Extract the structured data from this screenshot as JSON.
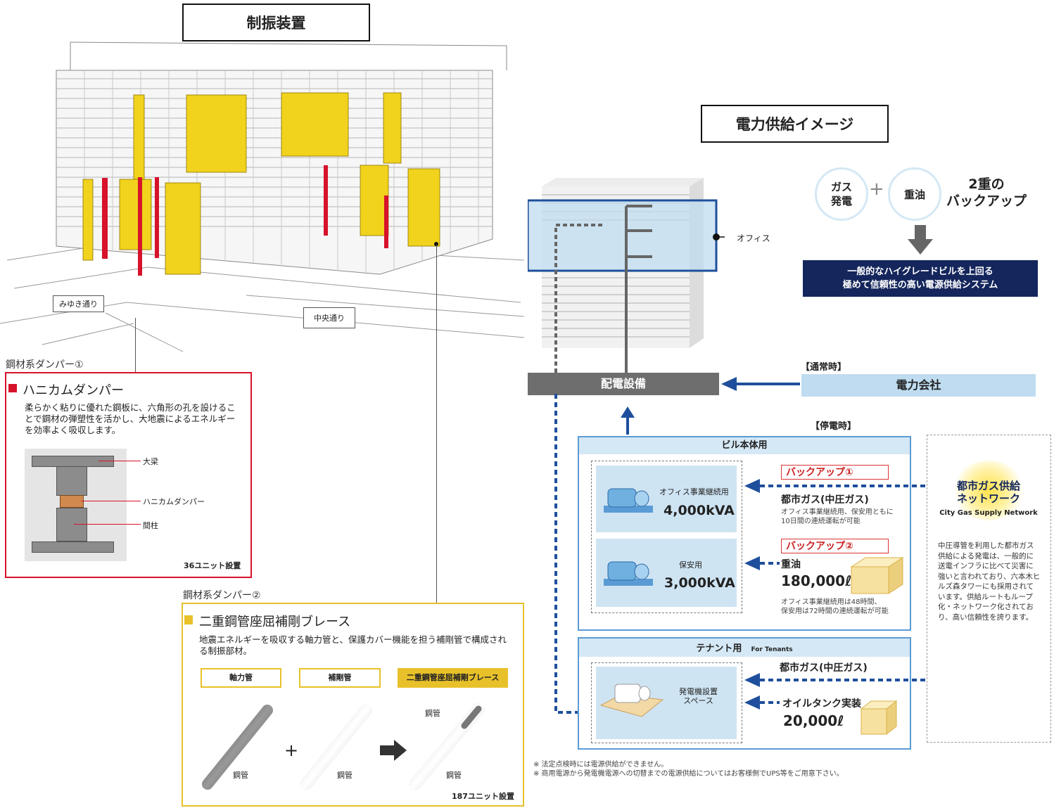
{
  "left": {
    "title": "制振装置",
    "street_1": "みゆき通り",
    "street_2": "中央通り",
    "damper1": {
      "caption": "鋼材系ダンパー①",
      "name": "ハニカムダンパー",
      "description": "柔らかく粘りに優れた鋼板に、六角形の孔を設けることで鋼材の弾塑性を活かし、大地震によるエネルギーを効率よく吸収します。",
      "label_beam": "大梁",
      "label_damper": "ハニカムダンパー",
      "label_column": "間柱",
      "units": "36ユニット設置"
    },
    "damper2": {
      "caption": "鋼材系ダンパー②",
      "name": "二重鋼管座屈補剛ブレース",
      "description": "地震エネルギーを吸収する軸力管と、保護カバー機能を担う補剛管で構成される制振部材。",
      "btn_axial": "軸力管",
      "btn_stiff": "補剛管",
      "btn_brace": "二重鋼管座屈補剛ブレース",
      "pipe_label_1": "鋼管",
      "pipe_label_2": "鋼管",
      "pipe_label_3a": "鋼管",
      "pipe_label_3b": "鋼管",
      "plus": "+",
      "units": "187ユニット設置"
    },
    "colors": {
      "red": "#d7122a",
      "yellow": "#e8c12a"
    }
  },
  "right": {
    "title": "電力供給イメージ",
    "office_label": "オフィス",
    "circle_gas": "ガス\n発電",
    "circle_oil": "重油",
    "plus": "+",
    "double_backup": "2重の\nバックアップ",
    "banner": "一般的なハイグレードビルを上回る\n極めて信頼性の高い電源供給システム",
    "normal_label": "【通常時】",
    "distribution": "配電設備",
    "power_company": "電力会社",
    "outage_label": "【停電時】",
    "building_use": "ビル本体用",
    "gen1_label": "オフィス事業継続用",
    "gen1_kva": "4,000kVA",
    "backup1": "バックアップ①",
    "gas_title": "都市ガス(中圧ガス)",
    "gas_note": "オフィス事業継続用、保安用ともに\n10日間の連続運転が可能",
    "gen2_label": "保安用",
    "gen2_kva": "3,000kVA",
    "backup2": "バックアップ②",
    "oil_title": "重油",
    "oil_amount": "180,000ℓ",
    "oil_note": "オフィス事業継続用は48時間、\n保安用は72時間の連続運転が可能",
    "tenant_title": "テナント用",
    "tenant_sub": "For Tenants",
    "tenant_gas": "都市ガス(中圧ガス)",
    "tenant_space": "発電機設置\nスペース",
    "tank_title": "オイルタンク実装",
    "tank_amount": "20,000ℓ",
    "city_gas_title": "都市ガス供給\nネットワーク",
    "city_gas_en": "City Gas Supply Network",
    "city_gas_desc": "中圧導管を利用した都市ガス供給による発電は、一般的に送電インフラに比べて災害に強いと言われており、六本木ヒルズ森タワーにも採用されています。供給ルートもループ化・ネットワーク化されており、高い信頼性を誇ります。",
    "footnote_1": "※ 法定点検時には電源供給ができません。",
    "footnote_2": "※ 商用電源から発電機電源への切替までの電源供給についてはお客様側でUPS等をご用意下さい。",
    "colors": {
      "navy": "#14265c",
      "light_blue": "#bfdcf0",
      "blue_line": "#1f4f9c"
    }
  }
}
